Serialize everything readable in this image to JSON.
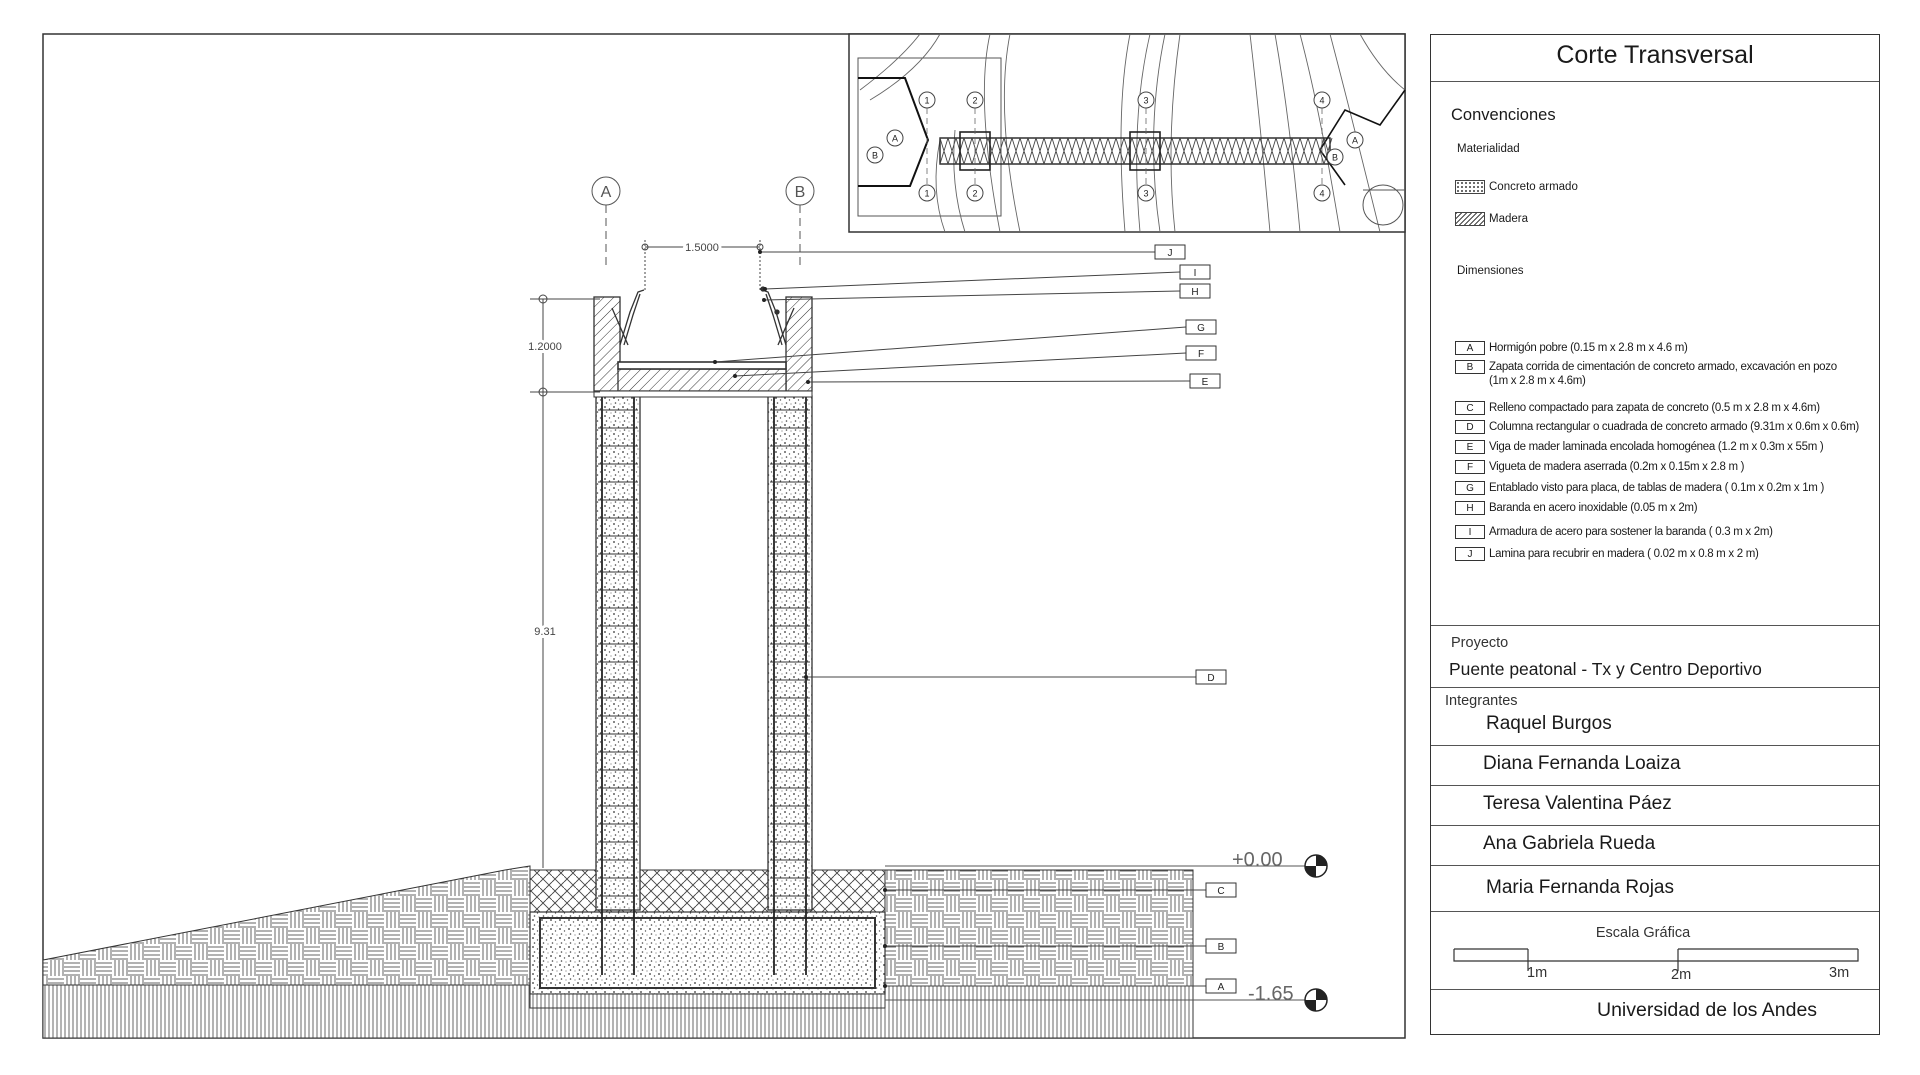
{
  "panel": {
    "title": "Corte Transversal",
    "conventions_heading": "Convenciones",
    "materiality_heading": "Materialidad",
    "materials": [
      {
        "name": "Concreto armado",
        "pattern": "dotted"
      },
      {
        "name": "Madera",
        "pattern": "hatched"
      }
    ],
    "dimensions_heading": "Dimensiones",
    "dimensions": [
      {
        "key": "A",
        "text": "Hormigón pobre (0.15 m x 2.8 m x 4.6 m)"
      },
      {
        "key": "B",
        "text": "Zapata corrida de cimentación de concreto armado, excavación en pozo",
        "text2": "(1m x 2.8 m x 4.6m)"
      },
      {
        "key": "C",
        "text": "Relleno compactado para zapata de concreto (0.5 m x 2.8 m x 4.6m)"
      },
      {
        "key": "D",
        "text": "Columna rectangular o cuadrada de concreto armado (9.31m x 0.6m x 0.6m)"
      },
      {
        "key": "E",
        "text": "Viga de mader laminada encolada homogénea (1.2 m x 0.3m x 55m )"
      },
      {
        "key": "F",
        "text": "Vigueta de madera aserrada (0.2m x 0.15m x 2.8 m )"
      },
      {
        "key": "G",
        "text": "Entablado visto para placa, de tablas de madera ( 0.1m x 0.2m x 1m )"
      },
      {
        "key": "H",
        "text": "Baranda en acero inoxidable (0.05 m x 2m)"
      },
      {
        "key": "I",
        "text": "Armadura de acero para sostener la baranda ( 0.3 m x 2m)"
      },
      {
        "key": "J",
        "text": "Lamina para recubrir en madera ( 0.02 m x 0.8 m x 2 m)"
      }
    ],
    "project_heading": "Proyecto",
    "project_name": "Puente peatonal - Tx y Centro Deportivo",
    "members_heading": "Integrantes",
    "members": [
      "Raquel Burgos",
      "Diana Fernanda Loaiza",
      "Teresa Valentina Páez",
      "Ana Gabriela Rueda",
      "Maria Fernanda Rojas"
    ],
    "scale_heading": "Escala Gráfica",
    "scale_labels": [
      "1m",
      "2m",
      "3m"
    ],
    "university": "Universidad de los Andes"
  },
  "drawing": {
    "axis_labels": [
      "A",
      "B"
    ],
    "span_dim": "1.5000",
    "height_dim": "1.2000",
    "column_dim": "9.31",
    "level_top": "+0.00",
    "level_bottom": "-1.65",
    "callouts": [
      "J",
      "I",
      "H",
      "G",
      "F",
      "E",
      "D",
      "C",
      "B",
      "A"
    ],
    "plan_axes": [
      "1",
      "2",
      "3",
      "4"
    ],
    "plan_rows": [
      "A",
      "B"
    ]
  },
  "colors": {
    "line": "#1a1a1a",
    "frame": "#333333"
  }
}
